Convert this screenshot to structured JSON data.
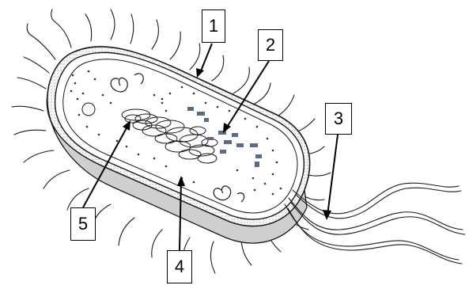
{
  "diagram": {
    "labels": [
      "1",
      "2",
      "3",
      "4",
      "5"
    ],
    "colors": {
      "line": "#1a1a1a",
      "cell_shading": "#cfcfcf",
      "ribosome_dot": "#333333",
      "plasmid_block": "#5a6a8a",
      "background": "#ffffff"
    }
  }
}
